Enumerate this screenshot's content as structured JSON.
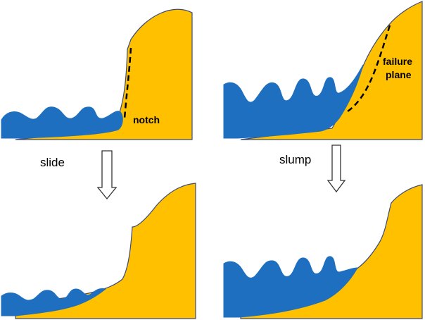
{
  "colors": {
    "cliff": "#FFC000",
    "water": "#1F6FC0",
    "outline": "#3B4A7A",
    "background": "#FFFFFF"
  },
  "labels": {
    "slide": "slide",
    "slump": "slump",
    "notch": "notch",
    "failure_line1": "failure",
    "failure_line2": "plane"
  },
  "icons": {
    "arrow": "down-arrow-outline",
    "boundary": "dashed-line"
  }
}
